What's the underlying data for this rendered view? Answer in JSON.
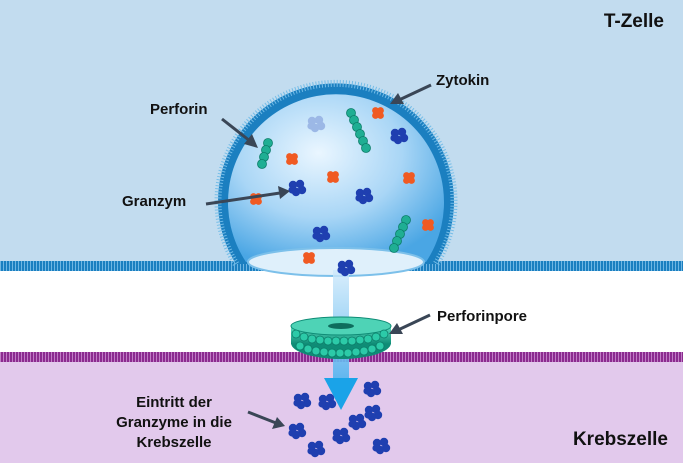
{
  "labels": {
    "t_cell": "T-Zelle",
    "cancer_cell": "Krebszelle",
    "perforin": "Perforin",
    "cytokine": "Zytokin",
    "granzyme": "Granzym",
    "perforin_pore": "Perforinpore",
    "entry_line1": "Eintritt der",
    "entry_line2": "Granzyme in die",
    "entry_line3": "Krebszelle"
  },
  "colors": {
    "t_cell_region": "#c2dcef",
    "cancer_cell_region": "#e2c9ec",
    "t_cell_membrane": "#1b7fc0",
    "cancer_cell_membrane": "#8b2b8f",
    "perforin": "#1fae93",
    "cytokine": "#f05a22",
    "granzyme": "#1f3fb0",
    "arrow": "#1aa3e8"
  }
}
